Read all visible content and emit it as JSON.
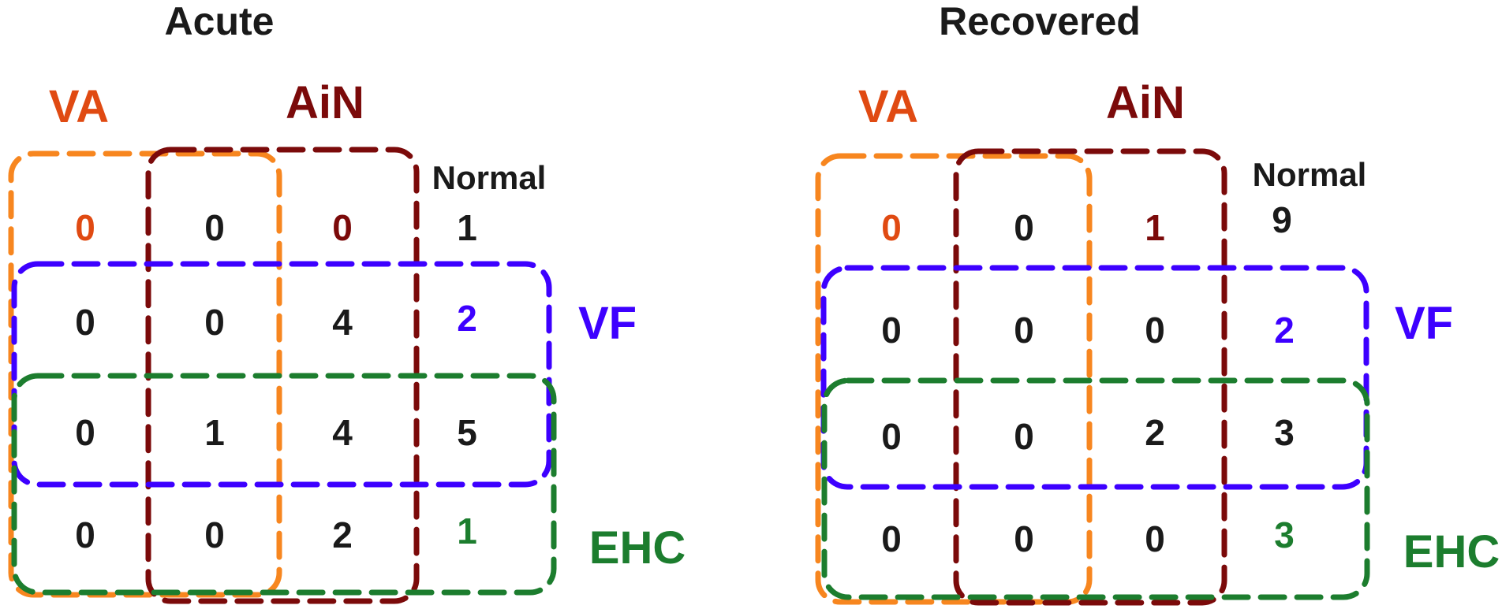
{
  "colors": {
    "VA": "#f7861f",
    "VA_label": "#e04a12",
    "AiN": "#7b0a0a",
    "VF": "#3d00ff",
    "EHC": "#1c7d2e",
    "text": "#1a1a1a"
  },
  "labels": {
    "VA": "VA",
    "AiN": "AiN",
    "VF": "VF",
    "EHC": "EHC",
    "normal": "Normal"
  },
  "panels": [
    {
      "title": "Acute",
      "rows": [
        [
          "0",
          "0",
          "0",
          "1"
        ],
        [
          "0",
          "0",
          "4",
          "2"
        ],
        [
          "0",
          "1",
          "4",
          "5"
        ],
        [
          "0",
          "0",
          "2",
          "1"
        ]
      ]
    },
    {
      "title": "Recovered",
      "rows": [
        [
          "0",
          "0",
          "1",
          "9"
        ],
        [
          "0",
          "0",
          "0",
          "2"
        ],
        [
          "0",
          "0",
          "2",
          "3"
        ],
        [
          "0",
          "0",
          "0",
          "3"
        ]
      ]
    }
  ]
}
